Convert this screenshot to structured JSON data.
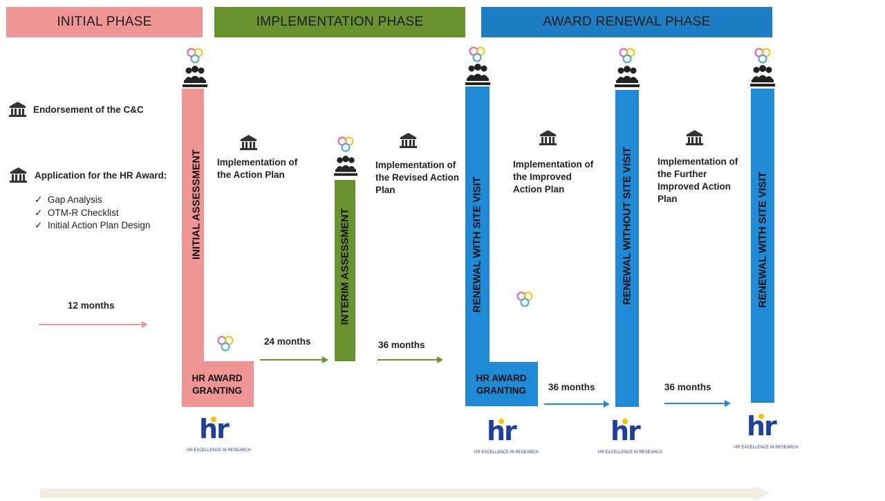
{
  "colors": {
    "initial": "#f09595",
    "implementation": "#6a9330",
    "renewal": "#1f8ad6",
    "renewal_header": "#1e7ec4",
    "logo_blue": "#1f3f9e"
  },
  "phases": {
    "initial": "INITIAL PHASE",
    "implementation": "IMPLEMENTATION PHASE",
    "renewal": "AWARD RENEWAL PHASE"
  },
  "left": {
    "endorsement": "Endorsement of the C&C",
    "application": "Application for the HR Award:",
    "checklist": [
      "Gap Analysis",
      "OTM-R Checklist",
      "Initial Action Plan Design"
    ],
    "check_mark": "✓"
  },
  "bars": {
    "initial_assessment": "INITIAL ASSESSMENT",
    "interim_assessment": "INTERIM ASSESSMENT",
    "renewal_site_visit_1": "RENEWAL WITH SITE VISIT",
    "renewal_without_site_visit": "RENEWAL WITHOUT SITE VISIT",
    "renewal_site_visit_2": "RENEWAL WITH SITE VISIT"
  },
  "implementation_texts": {
    "action_plan": "Implementation of the Action Plan",
    "revised": "Implementation of the Revised Action Plan",
    "improved": "Implementation of the Improved Action Plan",
    "further_improved": "Implementation of the Further Improved Action Plan"
  },
  "durations": {
    "m12": "12 months",
    "m24": "24 months",
    "m36a": "36 months",
    "m36b": "36 months",
    "m36c": "36 months"
  },
  "granting": {
    "first": "HR AWARD GRANTING",
    "second": "HR AWARD GRANTING"
  },
  "logo": {
    "mark": "hr",
    "tagline": "HR EXCELLENCE IN RESEARCH"
  },
  "icons": {
    "institution": "institution-icon",
    "assessors": "assessors-icon",
    "rings": "rings-icon"
  }
}
